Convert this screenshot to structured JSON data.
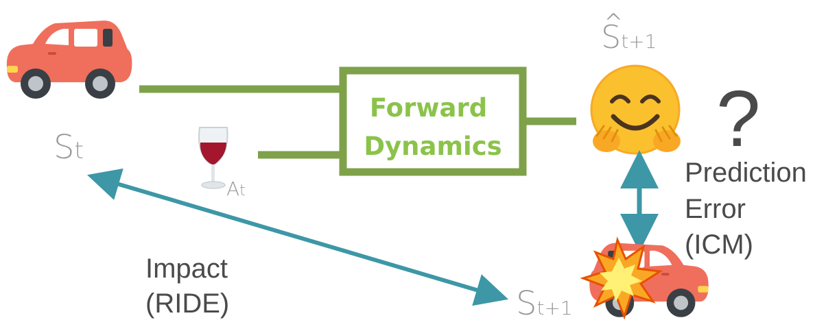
{
  "colors": {
    "flow_line": "#7ea14a",
    "arrow": "#3d97a6",
    "box_text": "#8bc34a",
    "state_text": "#9a9a9a",
    "dark_text": "#4a4a4a"
  },
  "box": {
    "line1": "Forward",
    "line2": "Dynamics"
  },
  "state_t": {
    "base": "S",
    "sub": "t"
  },
  "action_t": {
    "base": "A",
    "sub": "t"
  },
  "state_pred": {
    "base": "S",
    "sub": "t+1",
    "hat": "^"
  },
  "state_next": {
    "base": "S",
    "sub": "t+1"
  },
  "question_mark": "?",
  "prediction_error": {
    "line1": "Prediction",
    "line2": "Error",
    "line3": "(ICM)"
  },
  "impact": {
    "line1": "Impact",
    "line2": "(RIDE)"
  },
  "icons": {
    "car": "car-icon",
    "wine": "wine-glass-icon",
    "hug": "hugging-face-icon",
    "collision": "collision-icon"
  }
}
